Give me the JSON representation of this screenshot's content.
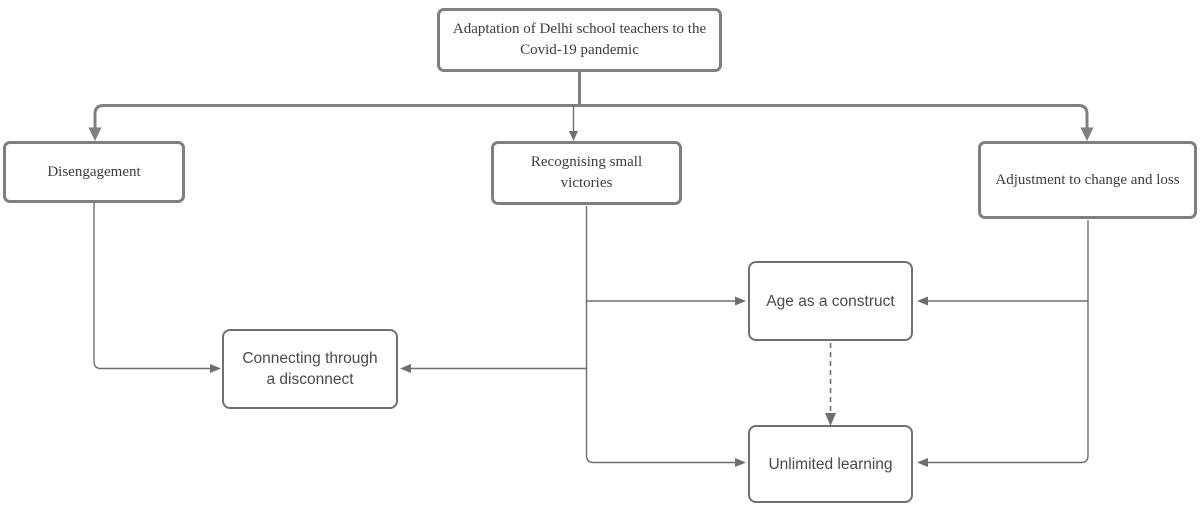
{
  "diagram": {
    "type": "flowchart",
    "title": "Adaptation of Delhi school teachers to the Covid-19 pandemic",
    "nodes": {
      "root": {
        "label": "Adaptation of Delhi school teachers to the Covid-19 pandemic",
        "lines": [
          "Adaptation of Delhi school teachers to the",
          "Covid-19 pandemic"
        ],
        "level": "root"
      },
      "disengagement": {
        "label": "Disengagement",
        "level": "theme"
      },
      "small_victories": {
        "label": "Recognising small victories",
        "level": "theme"
      },
      "adjustment": {
        "label": "Adjustment to change and loss",
        "level": "theme"
      },
      "age_construct": {
        "label": "Age as a construct",
        "level": "subtheme"
      },
      "connecting": {
        "label": "Connecting through a disconnect",
        "level": "subtheme"
      },
      "unlimited": {
        "label": "Unlimited learning",
        "level": "subtheme"
      }
    },
    "edges": [
      {
        "from": "root",
        "to": "disengagement",
        "style": "solid-thick"
      },
      {
        "from": "root",
        "to": "small_victories",
        "style": "solid-thin"
      },
      {
        "from": "root",
        "to": "adjustment",
        "style": "solid-thick"
      },
      {
        "from": "disengagement",
        "to": "connecting",
        "style": "solid-thin"
      },
      {
        "from": "small_victories",
        "to": "age_construct",
        "style": "solid-thin"
      },
      {
        "from": "small_victories",
        "to": "connecting",
        "style": "solid-thin"
      },
      {
        "from": "small_victories",
        "to": "unlimited",
        "style": "solid-thin"
      },
      {
        "from": "adjustment",
        "to": "age_construct",
        "style": "solid-thin"
      },
      {
        "from": "adjustment",
        "to": "unlimited",
        "style": "solid-thin"
      },
      {
        "from": "age_construct",
        "to": "unlimited",
        "style": "dashed"
      }
    ],
    "colors": {
      "background": "#ffffff",
      "primary_border": "#7f7f7f",
      "secondary_border": "#707070",
      "connector": "#6e6e6e",
      "text_primary": "#3c3c3c",
      "text_secondary": "#4a4a4a"
    }
  }
}
